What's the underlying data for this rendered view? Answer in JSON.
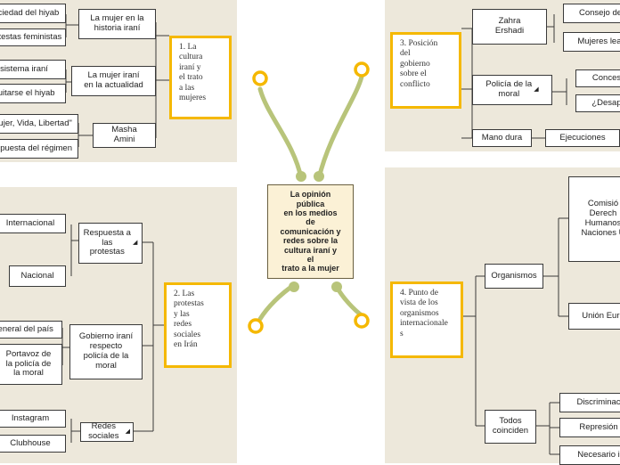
{
  "center": "La opinión\npública\nen los medios\nde\ncomunicación y\nredes sobre la\ncultura iraní y\nel\ntrato a la mujer",
  "topics": {
    "t1": "1. La\ncultura\niraní y\nel trato\na las\nmujeres",
    "t2": "2. Las\nprotestas\ny las\nredes\nsociales\nen Irán",
    "t3": "3. Posición\ndel\ngobierno\nsobre el\nconflicto",
    "t4": "4. Punto de\nvista de los\norganismos\ninternacionale\ns"
  },
  "q1": {
    "historia": "La mujer en la\nhistoria iraní",
    "actualidad": "La mujer iraní\nen la actualidad",
    "masha": "Masha\nAmini",
    "sociedad_hiyab": "sociedad del hiyab",
    "protestas_feministas": "protestas feministas",
    "sistema_irani": "sistema iraní",
    "quitarse_hiyab": "quitarse el hiyab",
    "vida": "\"Mujer, Vida, Libertad\"",
    "respuesta_regimen": "respuesta del régimen"
  },
  "q2": {
    "respuesta": "Respuesta a\nlas\nprotestas",
    "gobierno": "Gobierno iraní\nrespecto\npolicía de la\nmoral",
    "redes": "Redes sociales",
    "internacional": "Internacional",
    "nacional": "Nacional",
    "fiscal": "General del país",
    "portavoz": "Portavoz de\nla policía de\nla moral",
    "instagram": "Instagram",
    "clubhouse": "Clubhouse"
  },
  "q3": {
    "zahra": "Zahra\nErshadi",
    "policia": "Policía de la\nmoral",
    "mano": "Mano dura",
    "consejo": "Consejo de",
    "mujeres_leal": "Mujeres leal",
    "conces": "Conces",
    "desap": "¿Desap",
    "ejecuciones": "Ejecuciones"
  },
  "q4": {
    "organismos": "Organismos",
    "todos": "Todos\ncoinciden",
    "comision": "Comisió\nDerech\nHumanos\nNaciones U",
    "union": "Unión Euro",
    "discriminacion": "Discriminac",
    "represion": "Represión",
    "necesario": "Necesario i"
  },
  "colors": {
    "panel": "#ede8db",
    "topic_border": "#f5b800",
    "connector": "#b8c47a",
    "line": "#3a3a3a"
  }
}
